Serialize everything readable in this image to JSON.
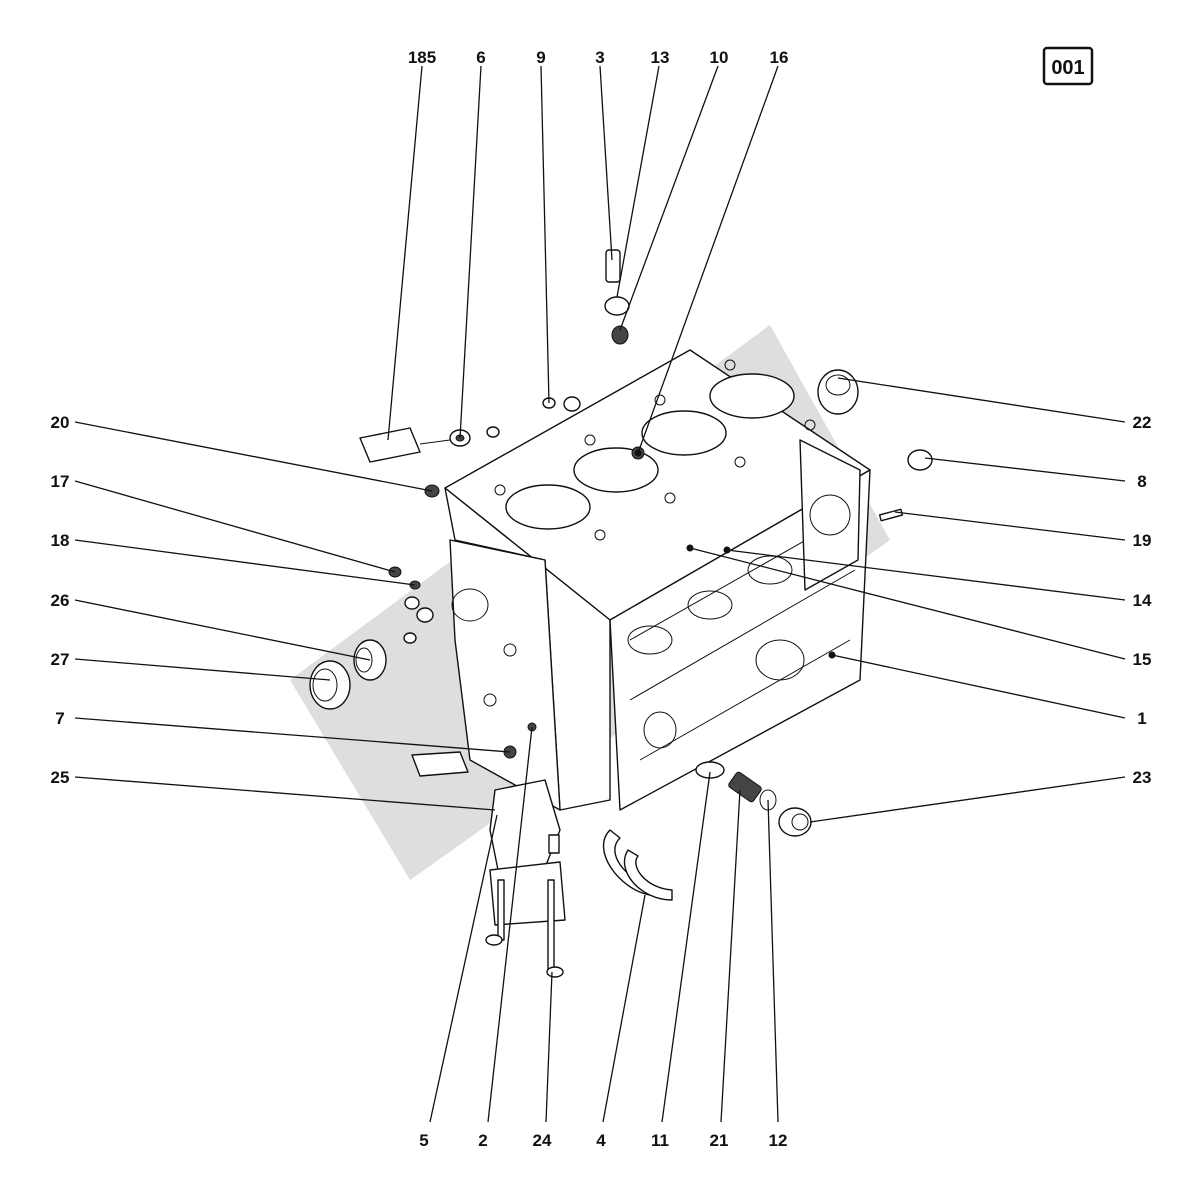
{
  "page_id": "001",
  "callouts_top": [
    "185",
    "6",
    "9",
    "3",
    "13",
    "10",
    "16"
  ],
  "callouts_left": [
    "20",
    "17",
    "18",
    "26",
    "27",
    "7",
    "25"
  ],
  "callouts_right": [
    "22",
    "8",
    "19",
    "14",
    "15",
    "1",
    "23"
  ],
  "callouts_bottom": [
    "5",
    "2",
    "24",
    "4",
    "11",
    "21",
    "12"
  ]
}
